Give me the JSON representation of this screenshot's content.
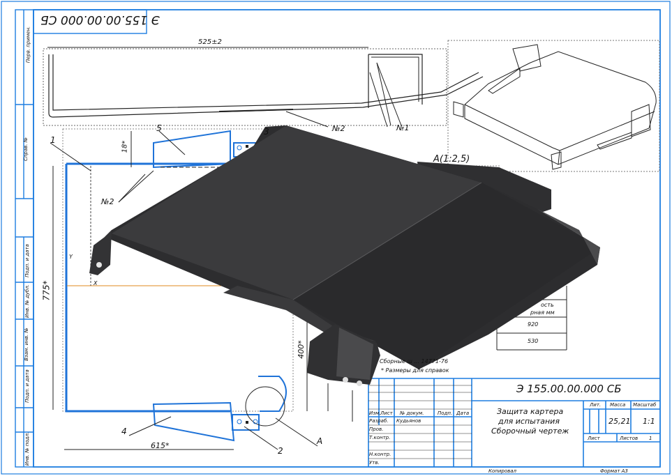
{
  "stamp_top": "Э 155.00.00.000 СБ",
  "side_strip": {
    "perv_primen": "Перв. примен.",
    "sprav_no": "Справ. №",
    "podp_data_1": "Подп. и дата",
    "inv_dubl": "Инв. № дубл.",
    "vzam_inv": "Взам. инв. №",
    "podp_data_2": "Подп. и дата",
    "inv_podl": "Инв. № подл."
  },
  "dimensions": {
    "top_length": "525±2",
    "width_615": "615*",
    "height_775": "775*",
    "height_400": "400*",
    "dim_18": "18*",
    "view_a": "A(1:2,5)"
  },
  "callouts": {
    "n1": "1",
    "n2": "2",
    "n3": "3",
    "n4": "4",
    "n5": "5",
    "weld2_top": "№2",
    "weld2_left": "№2",
    "weld1": "№1",
    "view_letter": "A",
    "axis_x": "X",
    "axis_y": "Y"
  },
  "spec_table": {
    "header_1": "ость",
    "header_2": "рная мм",
    "val_1": "920",
    "val_2": "530"
  },
  "notes": {
    "line1": "Сборные ш ... 14771-76",
    "line2": "* Размеры для справок"
  },
  "title_block": {
    "designation": "Э 155.00.00.000 СБ",
    "name_line1": "Защита картера",
    "name_line2": "для испытания",
    "name_line3": "Сборочный чертеж",
    "lit_header": "Лит.",
    "mass_header": "Масса",
    "scale_header": "Масштаб",
    "mass": "25,21",
    "scale": "1:1",
    "sheet_label": "Лист",
    "sheets_label": "Листов",
    "sheets_count": "1",
    "rows": {
      "izm": "Изм.",
      "list": "Лист",
      "doc": "№ докум.",
      "podp": "Подп.",
      "data": "Дата",
      "razrab": "Разраб.",
      "razrab_name": "Кудьянов",
      "prov": "Пров.",
      "tkontr": "Т.контр.",
      "nkontr": "Н.контр.",
      "utv": "Утв."
    },
    "kopiroval": "Копировал",
    "format": "Формат А3"
  },
  "colors": {
    "frame": "#1d7de0",
    "part": "#1f73d8",
    "shade_dark": "#2d2d2f",
    "shade_mid": "#3c3c3e"
  }
}
